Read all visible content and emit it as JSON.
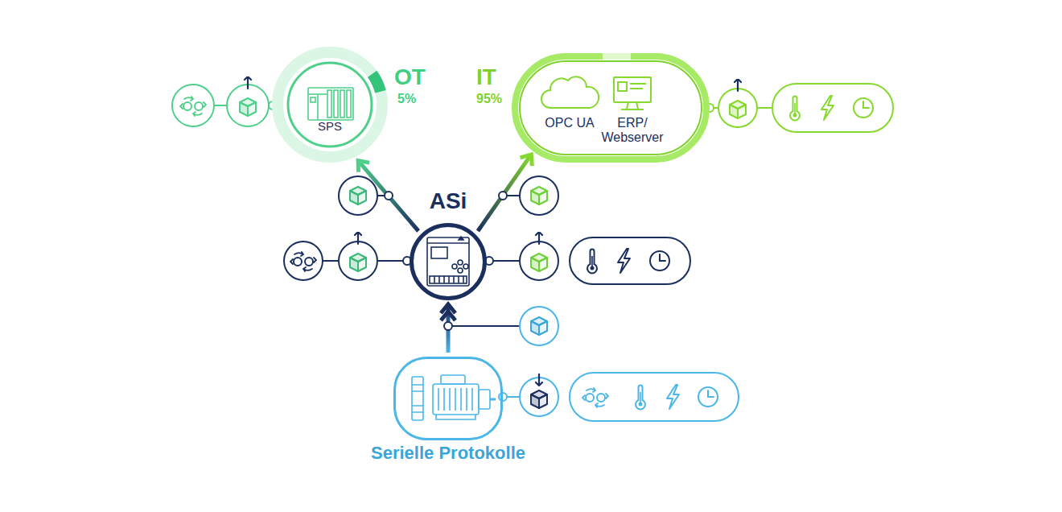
{
  "diagram": {
    "nodes": [
      {
        "text": [
          "SPS"
        ]
      },
      {
        "text": [
          "OPC UA",
          "ERP/ Webserver"
        ]
      },
      {
        "text": [
          "ASi"
        ]
      },
      {
        "text": [
          "Serielle Protokolle"
        ]
      }
    ],
    "edges": [
      {
        "from": 2,
        "to": 0,
        "arrow": "to"
      },
      {
        "from": 2,
        "to": 1,
        "arrow": "to"
      },
      {
        "from": 3,
        "to": 2,
        "arrow": "to"
      }
    ],
    "labels": [
      "OT",
      "5%",
      "IT",
      "95%"
    ]
  }
}
